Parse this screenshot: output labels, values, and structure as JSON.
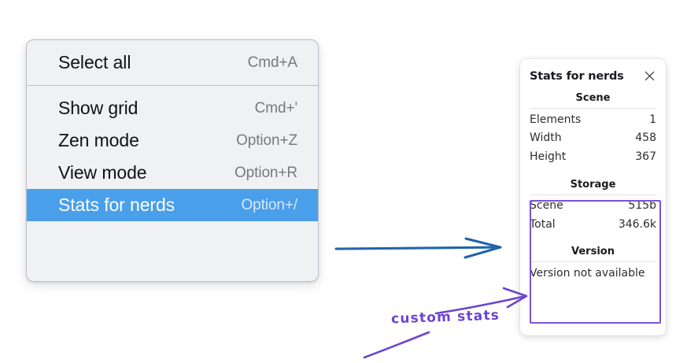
{
  "menu": {
    "groups": [
      {
        "items": [
          {
            "label": "Select all",
            "shortcut": "Cmd+A",
            "selected": false
          }
        ]
      },
      {
        "items": [
          {
            "label": "Show grid",
            "shortcut": "Cmd+'",
            "selected": false
          },
          {
            "label": "Zen mode",
            "shortcut": "Option+Z",
            "selected": false
          },
          {
            "label": "View mode",
            "shortcut": "Option+R",
            "selected": false
          },
          {
            "label": "Stats for nerds",
            "shortcut": "Option+/",
            "selected": true
          }
        ]
      }
    ],
    "items": {
      "select_all": {
        "label": "Select all",
        "shortcut": "Cmd+A"
      },
      "show_grid": {
        "label": "Show grid",
        "shortcut": "Cmd+'"
      },
      "zen_mode": {
        "label": "Zen mode",
        "shortcut": "Option+Z"
      },
      "view_mode": {
        "label": "View mode",
        "shortcut": "Option+R"
      },
      "stats_for_nerds": {
        "label": "Stats for nerds",
        "shortcut": "Option+/"
      }
    }
  },
  "stats_panel": {
    "title": "Stats for nerds",
    "close_icon": "close-icon",
    "sections": {
      "scene": {
        "heading": "Scene",
        "rows": [
          {
            "key": "Elements",
            "value": "1"
          },
          {
            "key": "Width",
            "value": "458"
          },
          {
            "key": "Height",
            "value": "367"
          }
        ]
      },
      "storage": {
        "heading": "Storage",
        "rows": [
          {
            "key": "Scene",
            "value": "515b"
          },
          {
            "key": "Total",
            "value": "346.6k"
          }
        ]
      },
      "version": {
        "heading": "Version",
        "text": "Version not available"
      }
    }
  },
  "annotations": {
    "custom_stats_label": "custom stats"
  },
  "colors": {
    "menu_background": "#f0f1f3",
    "menu_border": "#b9bfc9",
    "selected_row": "#4a9fea",
    "selected_text": "#ffffff",
    "selected_shortcut": "#d8e9fa",
    "menu_label": "#111215",
    "menu_shortcut": "#76797e",
    "panel_background": "#ffffff",
    "panel_text": "#2d2d31",
    "panel_divider": "#e3e3e6",
    "annotation_purple": "#6c44cf",
    "annotation_box_purple": "#7b52d3",
    "annotation_blue": "#1f62a8"
  }
}
